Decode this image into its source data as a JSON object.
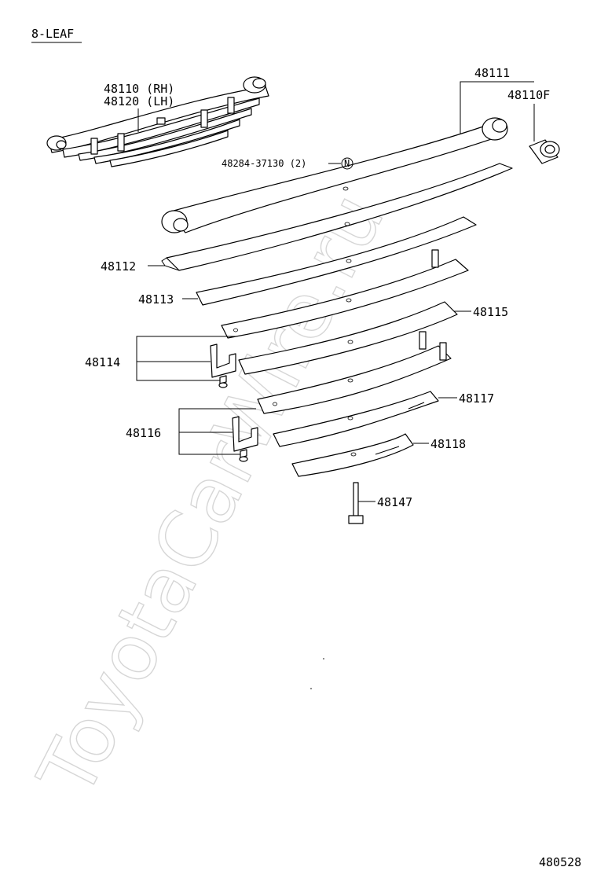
{
  "diagram": {
    "title": "8-LEAF",
    "diagram_id": "480528",
    "watermark": "ToyotaCarWire.ru",
    "labels": {
      "assy_rh": "48110 (RH)",
      "assy_lh": "48120 (LH)",
      "leaf_main": "48111",
      "bushing": "48110F",
      "bolt_spec": "48284-37130 (2)",
      "bolt_marker": "N",
      "leaf_2": "48112",
      "leaf_3": "48113",
      "clip_upper": "48114",
      "leaf_4": "48115",
      "clip_lower": "48116",
      "leaf_7": "48117",
      "leaf_8": "48118",
      "center_bolt": "48147"
    }
  }
}
